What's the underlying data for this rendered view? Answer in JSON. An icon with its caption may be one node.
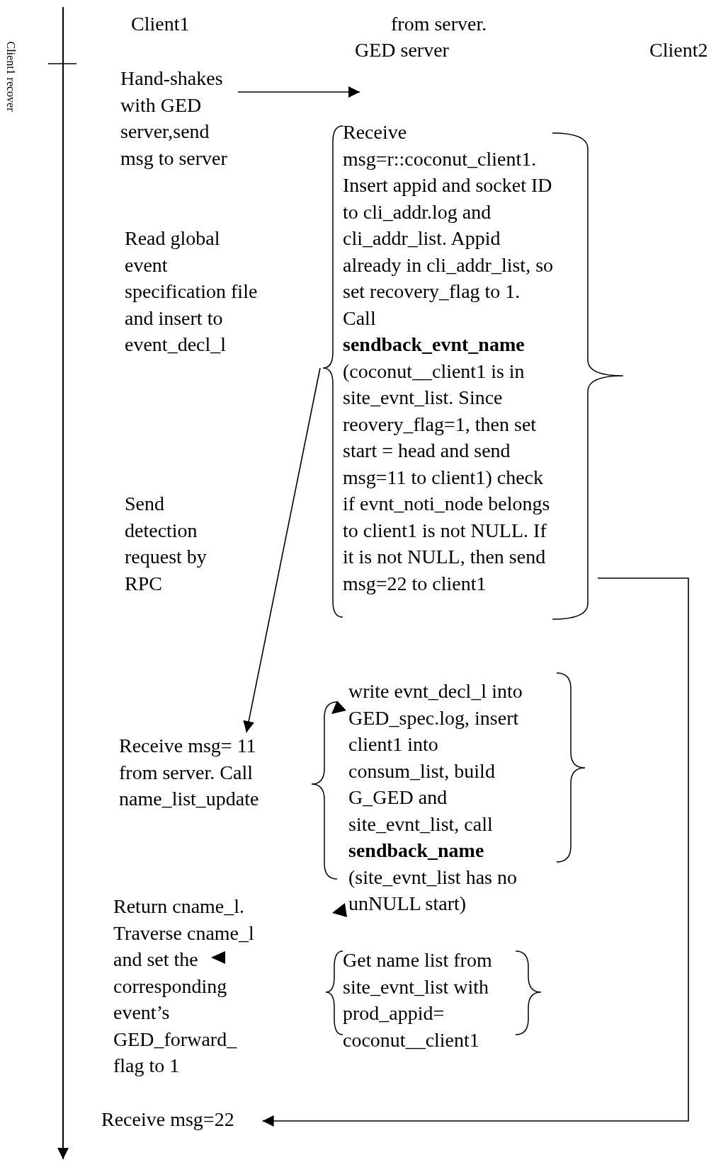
{
  "diagram": {
    "nodes": [
      {
        "text": [
          "Hand-shakes with GED server,send msg to server"
        ]
      },
      {
        "text": [
          "Receive msg=r::coconut_client1. Insert appid and socket ID to cli_addr.log and cli_addr_list. Appid already in cli_addr_list, so set recovery_flag to 1. Call **sendback_evnt_name** (coconut__client1 is in site_evnt_list. Since reovery_flag=1, then set start = head and send msg=11 to client1) check if evnt_noti_node belongs to client1 is not NULL.  If it is not NULL, then send msg=22 to client1"
        ]
      },
      {
        "text": [
          "Read global event specification file and insert to event_decl_l"
        ]
      },
      {
        "text": [
          "Send detection request by RPC"
        ]
      },
      {
        "text": [
          "Receive msg= 11 from server. Call name_list_update"
        ]
      },
      {
        "text": [
          "write evnt_decl_l into GED_spec.log, insert client1 into consum_list, build G_GED and site_evnt_list, call **sendback_name** (site_evnt_list has no unNULL start)"
        ]
      },
      {
        "text": [
          "Return cname_l. Traverse cname_l and set the corresponding event’s GED_forward_ flag to 1"
        ]
      },
      {
        "text": [
          "Get name list from site_evnt_list with prod_appid= coconut__client1"
        ]
      },
      {
        "text": [
          "Receive msg=22"
        ]
      }
    ],
    "edges": [
      {
        "from": 0,
        "to": 1,
        "arrow": "to"
      },
      {
        "from": 1,
        "to": 4,
        "arrow": "to"
      },
      {
        "from": 1,
        "to": 8,
        "arrow": "to"
      }
    ],
    "labels": [
      "Client1 recover",
      "Client1",
      "from server.",
      "GED server",
      "Client2"
    ]
  }
}
